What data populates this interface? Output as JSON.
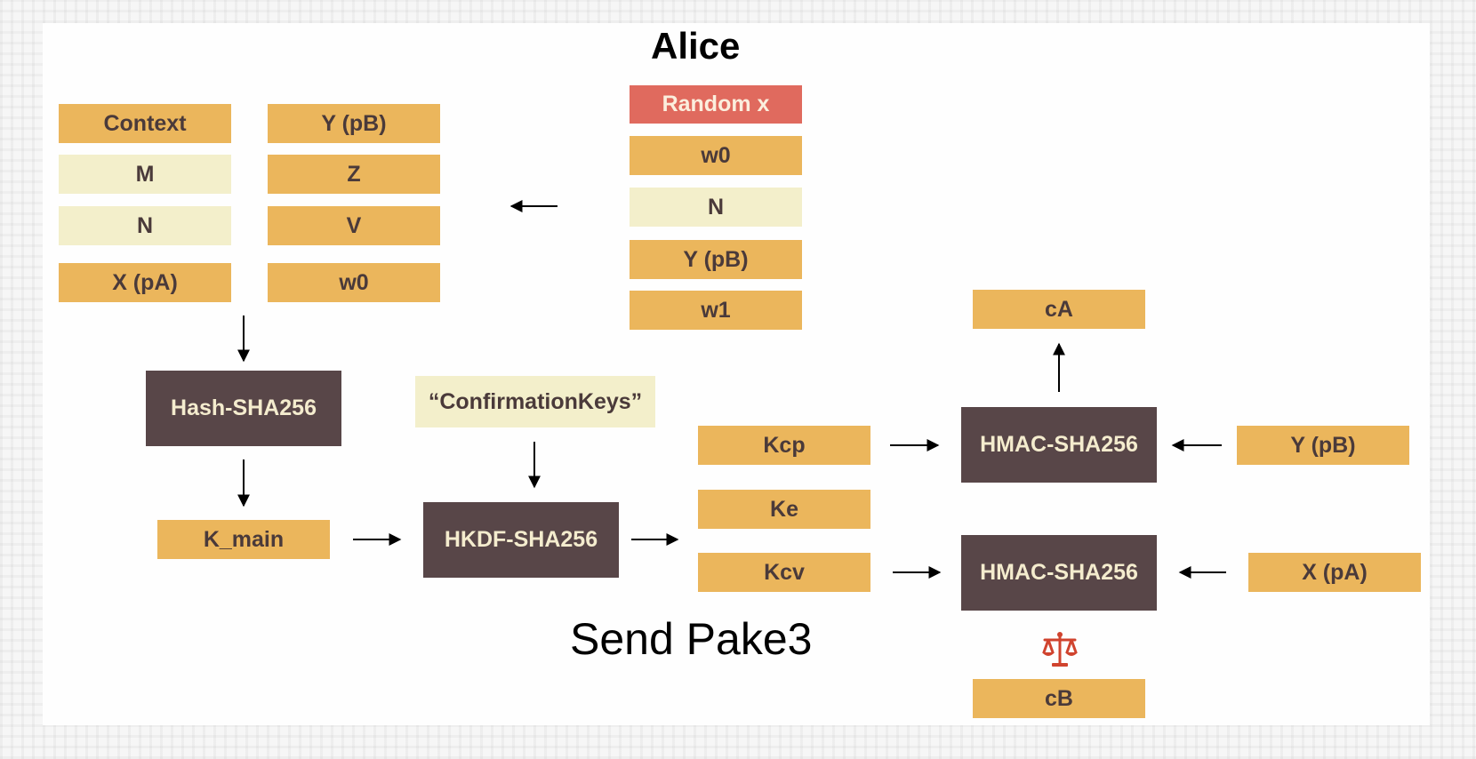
{
  "title": "Alice",
  "footer_caption": "Send Pake3",
  "transcript_inputs": {
    "col1": [
      "Context",
      "M",
      "N",
      "X (pA)"
    ],
    "col2": [
      "Y (pB)",
      "Z",
      "V",
      "w0"
    ]
  },
  "alice_values": {
    "random": "Random x",
    "items": [
      "w0",
      "N",
      "Y (pB)",
      "w1"
    ]
  },
  "hash_block": "Hash-SHA256",
  "k_main": "K_main",
  "hkdf_info": "“ConfirmationKeys”",
  "hkdf_block": "HKDF-SHA256",
  "derived_keys": [
    "Kcp",
    "Ke",
    "Kcv"
  ],
  "hmac_top": {
    "label": "HMAC-SHA256",
    "input": "Y (pB)",
    "output": "cA"
  },
  "hmac_bottom": {
    "label": "HMAC-SHA256",
    "input": "X (pA)",
    "compare_to": "cB"
  },
  "colors": {
    "orange": "#ebb65c",
    "cream": "#f3efcb",
    "red": "#e06a5e",
    "dark": "#584648",
    "scale_icon": "#d0432e"
  },
  "icons": {
    "compare": "balance-scale-icon"
  }
}
